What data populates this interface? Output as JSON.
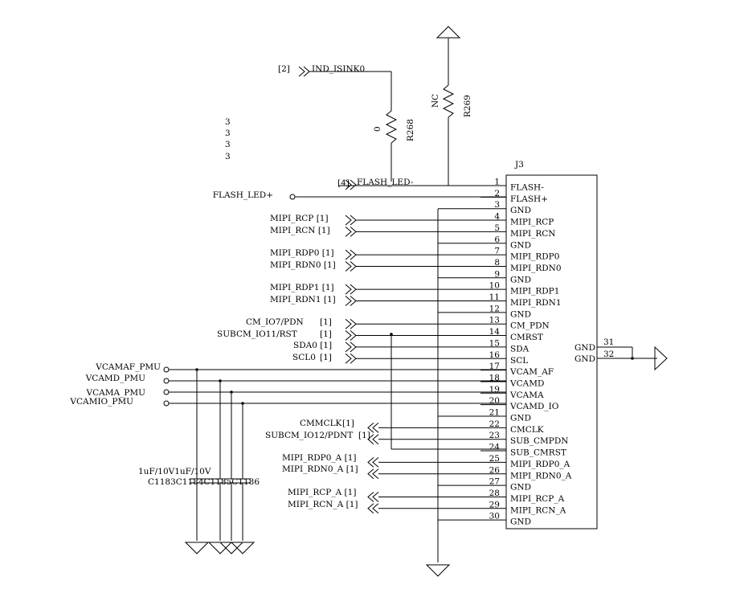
{
  "connector": {
    "ref": "J3",
    "pins": [
      {
        "num": "1",
        "name": "FLASH-"
      },
      {
        "num": "2",
        "name": "FLASH+"
      },
      {
        "num": "3",
        "name": "GND"
      },
      {
        "num": "4",
        "name": "MIPI_RCP"
      },
      {
        "num": "5",
        "name": "MIPI_RCN"
      },
      {
        "num": "6",
        "name": "GND"
      },
      {
        "num": "7",
        "name": "MIPI_RDP0"
      },
      {
        "num": "8",
        "name": "MIPI_RDN0"
      },
      {
        "num": "9",
        "name": "GND"
      },
      {
        "num": "10",
        "name": "MIPI_RDP1"
      },
      {
        "num": "11",
        "name": "MIPI_RDN1"
      },
      {
        "num": "12",
        "name": "GND"
      },
      {
        "num": "13",
        "name": "CM_PDN"
      },
      {
        "num": "14",
        "name": "CMRST"
      },
      {
        "num": "15",
        "name": "SDA"
      },
      {
        "num": "16",
        "name": "SCL"
      },
      {
        "num": "17",
        "name": "VCAM_AF"
      },
      {
        "num": "18",
        "name": "VCAMD"
      },
      {
        "num": "19",
        "name": "VCAMA"
      },
      {
        "num": "20",
        "name": "VCAMD_IO"
      },
      {
        "num": "21",
        "name": "GND"
      },
      {
        "num": "22",
        "name": "CMCLK"
      },
      {
        "num": "23",
        "name": "SUB_CMPDN"
      },
      {
        "num": "24",
        "name": "SUB_CMRST"
      },
      {
        "num": "25",
        "name": "MIPI_RDP0_A"
      },
      {
        "num": "26",
        "name": "MIPI_RDN0_A"
      },
      {
        "num": "27",
        "name": "GND"
      },
      {
        "num": "28",
        "name": "MIPI_RCP_A"
      },
      {
        "num": "29",
        "name": "MIPI_RCN_A"
      },
      {
        "num": "30",
        "name": "GND"
      }
    ],
    "right_pins": [
      {
        "num": "31",
        "name": "GND"
      },
      {
        "num": "32",
        "name": "GND"
      }
    ]
  },
  "nets": {
    "ind_isink_ref": "[2]",
    "ind_isink": "IND_ISINK0",
    "flash_minus_ref": "[4]",
    "flash_minus": "FLASH_LED-",
    "flash_plus": "FLASH_LED+",
    "mipi_rcp": "MIPI_RCP [1]",
    "mipi_rcn": "MIPI_RCN [1]",
    "mipi_rdp0": "MIPI_RDP0 [1]",
    "mipi_rdn0": "MIPI_RDN0 [1]",
    "mipi_rdp1": "MIPI_RDP1 [1]",
    "mipi_rdn1": "MIPI_RDN1 [1]",
    "cm_io7": "CM_IO7/PDN",
    "cm_io7_ref": "[1]",
    "subcm_io11": "SUBCM_IO11/RST",
    "subcm_io11_ref": "[1]",
    "sda0": "SDA0 [1]",
    "scl0": "SCL0",
    "scl0_ref": "[1]",
    "vcamaf": "VCAMAF_PMU",
    "vcamd": "VCAMD_PMU",
    "vcama": "VCAMA_PMU",
    "vcamio": "VCAMIO_PMU",
    "cmmclk": "CMMCLK",
    "cmmclk_ref": "[1]",
    "subcm_io12": "SUBCM_IO12/PDNT",
    "subcm_io12_ref": "[1]",
    "mipi_rdp0_a": "MIPI_RDP0_A [1]",
    "mipi_rdn0_a": "MIPI_RDN0_A [1]",
    "mipi_rcp_a": "MIPI_RCP_A [1]",
    "mipi_rcn_a": "MIPI_RCN_A [1]"
  },
  "resistors": {
    "r268_ref": "R268",
    "r268_val": "0",
    "r269_ref": "R269",
    "r269_val": "NC"
  },
  "stray_labels": [
    "3",
    "3",
    "3",
    "3"
  ],
  "caps": {
    "line1": "1uF/10V1uF/10V",
    "line2": "C1183C1184C1185C1186"
  }
}
